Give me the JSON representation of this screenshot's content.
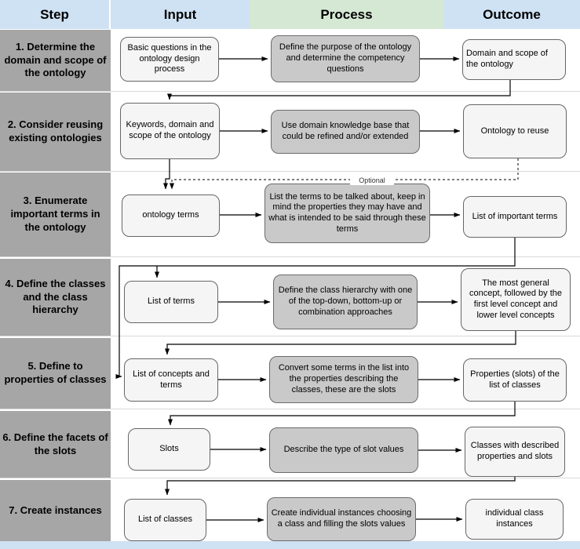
{
  "header": {
    "columns": [
      "Step",
      "Input",
      "Process",
      "Outcome"
    ]
  },
  "rows": [
    {
      "step": "1. Determine the domain and scope of the ontology",
      "input": "Basic questions in the ontology design process",
      "process": "Define the purpose of the ontology and determine the competency questions",
      "outcome": "Domain and scope of the ontology"
    },
    {
      "step": "2. Consider reusing existing ontologies",
      "input": "Keywords, domain and scope of the ontology",
      "process": "Use domain knowledge base that could be refined and/or extended",
      "outcome": "Ontology to reuse"
    },
    {
      "step": "3. Enumerate important terms in the ontology",
      "input": "ontology terms",
      "process": "List the terms to be talked about, keep in mind the properties they may have and what is intended to be said through these terms",
      "outcome": "List of important terms"
    },
    {
      "step": "4. Define the classes and the class hierarchy",
      "input": "List of terms",
      "process": "Define the class hierarchy with one of the top-down, bottom-up or combination approaches",
      "outcome": "The most general concept, followed by the first level concept and lower level concepts"
    },
    {
      "step": "5. Define to properties of classes",
      "input": "List of concepts and terms",
      "process": "Convert some terms in the list into the properties describing the classes, these are the slots",
      "outcome": "Properties (slots) of the list of classes"
    },
    {
      "step": "6. Define the facets of the slots",
      "input": "Slots",
      "process": "Describe the type of slot values",
      "outcome": "Classes with described properties and slots"
    },
    {
      "step": "7. Create instances",
      "input": "List of classes",
      "process": "Create individual instances choosing a class and filling the slots values",
      "outcome": "individual class instances"
    }
  ],
  "annotations": {
    "optional_label": "Optional"
  },
  "colors": {
    "header_blue": "#cfe2f3",
    "process_green": "#d5e8d4",
    "step_gray": "#a6a6a6",
    "process_box_fill": "#c9c9c9",
    "io_box_fill": "#f5f5f5",
    "box_border": "#666666",
    "connector": "#000000"
  }
}
